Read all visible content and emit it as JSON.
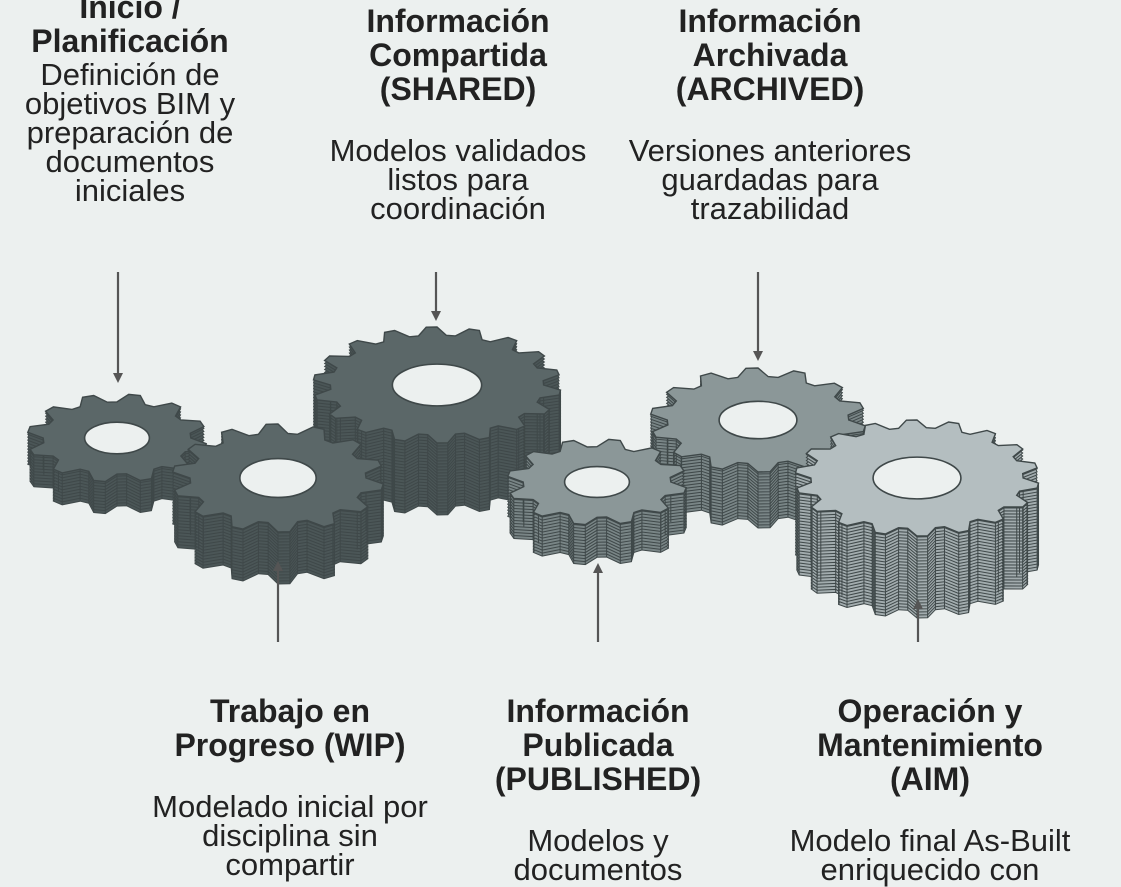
{
  "stages": [
    {
      "id": "inicio",
      "title": "Inicio /\nPlanificación",
      "description": "Definición de\nobjetivos BIM y\npreparación de\ndocumentos\niniciales"
    },
    {
      "id": "shared",
      "title": "Información\nCompartida\n(SHARED)",
      "description": "Modelos validados\nlistos para\ncoordinación"
    },
    {
      "id": "archived",
      "title": "Información\nArchivada\n(ARCHIVED)",
      "description": "Versiones anteriores\nguardadas para\ntrazabilidad"
    },
    {
      "id": "wip",
      "title": "Trabajo en\nProgreso (WIP)",
      "description": "Modelado inicial por\ndisciplina sin\ncompartir"
    },
    {
      "id": "published",
      "title": "Información\nPublicada\n(PUBLISHED)",
      "description": "Modelos y\ndocumentos"
    },
    {
      "id": "aim",
      "title": "Operación y\nMantenimiento\n(AIM)",
      "description": "Modelo final As-Built\nenriquecido con"
    }
  ],
  "colors": {
    "background": "#ecf0ef",
    "gear_dark_top": "#5b6768",
    "gear_dark_side": "#4b5657",
    "gear_mid_top": "#8b9798",
    "gear_mid_side": "#798586",
    "gear_light_top": "#b4bec0",
    "gear_light_side": "#a2acae",
    "outline": "#3f4849",
    "arrow": "#555555"
  }
}
